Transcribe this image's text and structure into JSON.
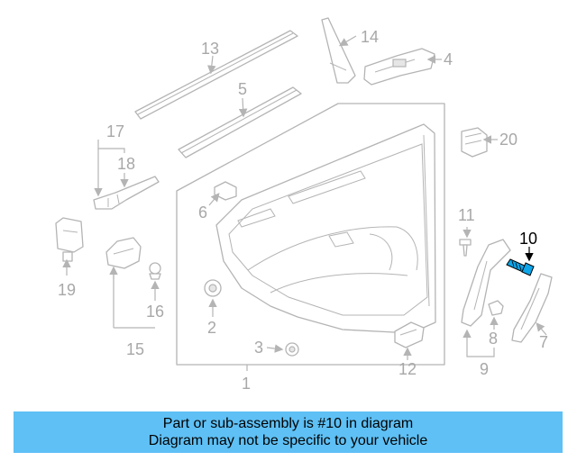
{
  "diagram": {
    "highlighted_part": "10",
    "highlight_color": "#0ea5e9",
    "callouts": {
      "c1": "1",
      "c2": "2",
      "c3": "3",
      "c4": "4",
      "c5": "5",
      "c6": "6",
      "c7": "7",
      "c8": "8",
      "c9": "9",
      "c10": "10",
      "c11": "11",
      "c12": "12",
      "c13": "13",
      "c14": "14",
      "c15": "15",
      "c16": "16",
      "c17": "17",
      "c18": "18",
      "c19": "19",
      "c20": "20"
    }
  },
  "banner": {
    "line1": "Part or sub-assembly is #10 in diagram",
    "line2": "Diagram may not be specific to your vehicle",
    "background": "#5ec0f5"
  }
}
